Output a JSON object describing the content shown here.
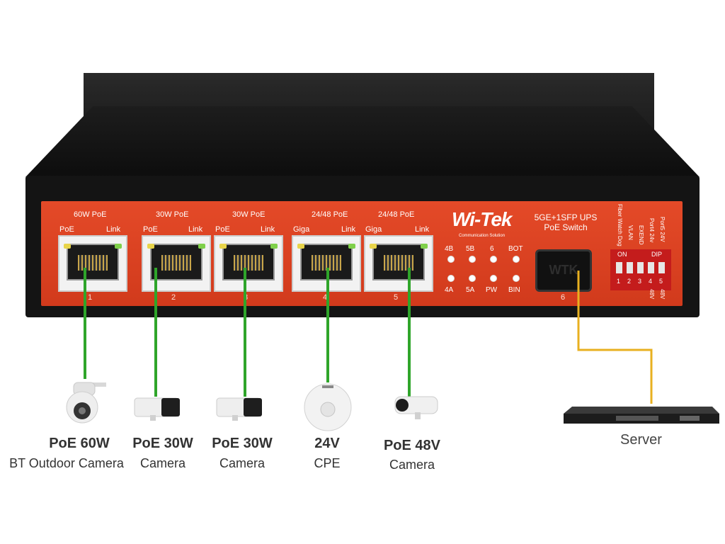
{
  "brand": {
    "logo": "Wi-Tek",
    "tagline": "Communication Solution"
  },
  "model": {
    "line1": "5GE+1SFP UPS",
    "line2": "PoE Switch"
  },
  "ports": [
    {
      "number": "1",
      "power": "60W PoE",
      "left_label": "PoE",
      "right_label": "Link"
    },
    {
      "number": "2",
      "power": "30W PoE",
      "left_label": "PoE",
      "right_label": "Link"
    },
    {
      "number": "3",
      "power": "30W PoE",
      "left_label": "PoE",
      "right_label": "Link"
    },
    {
      "number": "4",
      "power": "24/48 PoE",
      "left_label": "Giga",
      "right_label": "Link"
    },
    {
      "number": "5",
      "power": "24/48 PoE",
      "left_label": "Giga",
      "right_label": "Link"
    }
  ],
  "status_leds": {
    "top": [
      "4B",
      "5B",
      "6",
      "BOT"
    ],
    "bottom": [
      "4A",
      "5A",
      "PW",
      "BIN"
    ]
  },
  "sfp": {
    "number": "6",
    "cover_text": "WTK"
  },
  "dip": {
    "on_label": "ON",
    "dip_label": "DIP",
    "switch_numbers": [
      "1",
      "2",
      "3",
      "4",
      "5"
    ],
    "functions": [
      "Fiber Watch Dog",
      "VLAN",
      "EXEND",
      "Port4 24v",
      "Port5 24V"
    ],
    "bottom_labels": [
      "48V",
      "48V"
    ]
  },
  "devices": [
    {
      "title": "PoE 60W",
      "subtitle": "BT Outdoor Camera",
      "icon": "ptz-dome-camera-icon"
    },
    {
      "title": "PoE 30W",
      "subtitle": "Camera",
      "icon": "bullet-camera-icon"
    },
    {
      "title": "PoE 30W",
      "subtitle": "Camera",
      "icon": "bullet-camera-icon"
    },
    {
      "title": "24V",
      "subtitle": "CPE",
      "icon": "ceiling-access-point-icon"
    },
    {
      "title": "PoE 48V",
      "subtitle": "Camera",
      "icon": "bullet-camera-icon"
    }
  ],
  "server": {
    "label": "Server",
    "icon": "rack-server-icon"
  },
  "colors": {
    "panel": "#d9401f",
    "chassis": "#141414",
    "ethernet_cable": "#2fa52a",
    "fiber_cable": "#e8b020"
  }
}
